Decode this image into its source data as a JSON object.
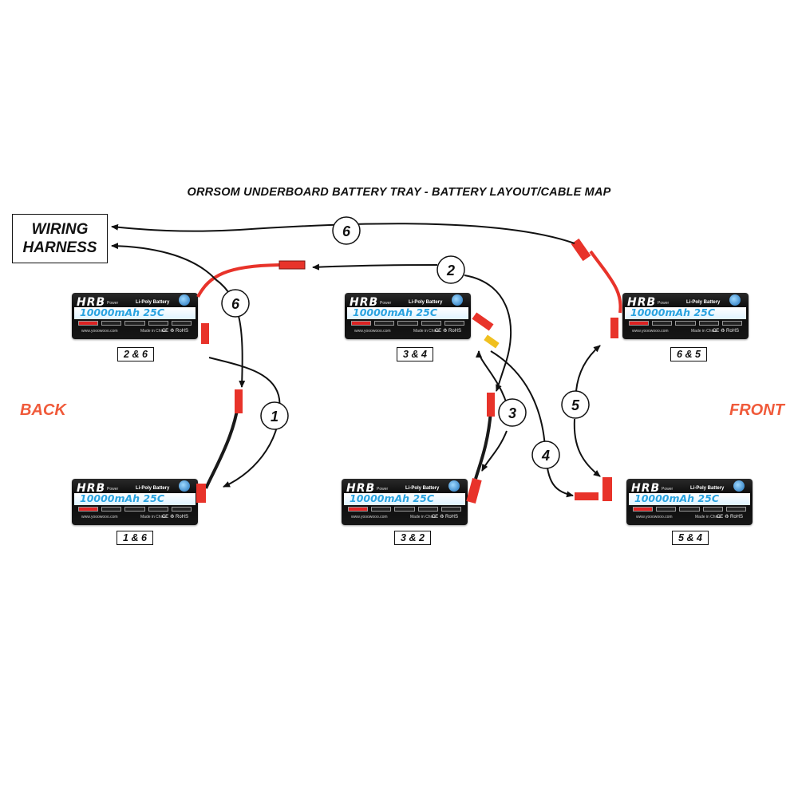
{
  "title": "ORRSOM UNDERBOARD BATTERY TRAY - BATTERY LAYOUT/CABLE MAP",
  "harness": {
    "line1": "WIRING",
    "line2": "HARNESS"
  },
  "sides": {
    "back": "BACK",
    "front": "FRONT"
  },
  "battery_text": {
    "brand": "HRB",
    "power": "Power",
    "type": "Li-Poly Battery",
    "capacity": "10000mAh 25C",
    "url": "www.yooowooo.com",
    "made": "Made in China",
    "ce": "CE ♻ RoHS"
  },
  "batteries": [
    {
      "label": "2 & 6"
    },
    {
      "label": "3 & 4"
    },
    {
      "label": "6 & 5"
    },
    {
      "label": "1 & 6"
    },
    {
      "label": "3 & 2"
    },
    {
      "label": "5 & 4"
    }
  ],
  "cables": [
    {
      "number": "1"
    },
    {
      "number": "2"
    },
    {
      "number": "3"
    },
    {
      "number": "4"
    },
    {
      "number": "5"
    },
    {
      "number": "6"
    },
    {
      "number": "6"
    }
  ],
  "colors": {
    "side_label": "#f05a3a",
    "cable_red": "#e8332a",
    "capacity_text": "#2aa3e0"
  }
}
